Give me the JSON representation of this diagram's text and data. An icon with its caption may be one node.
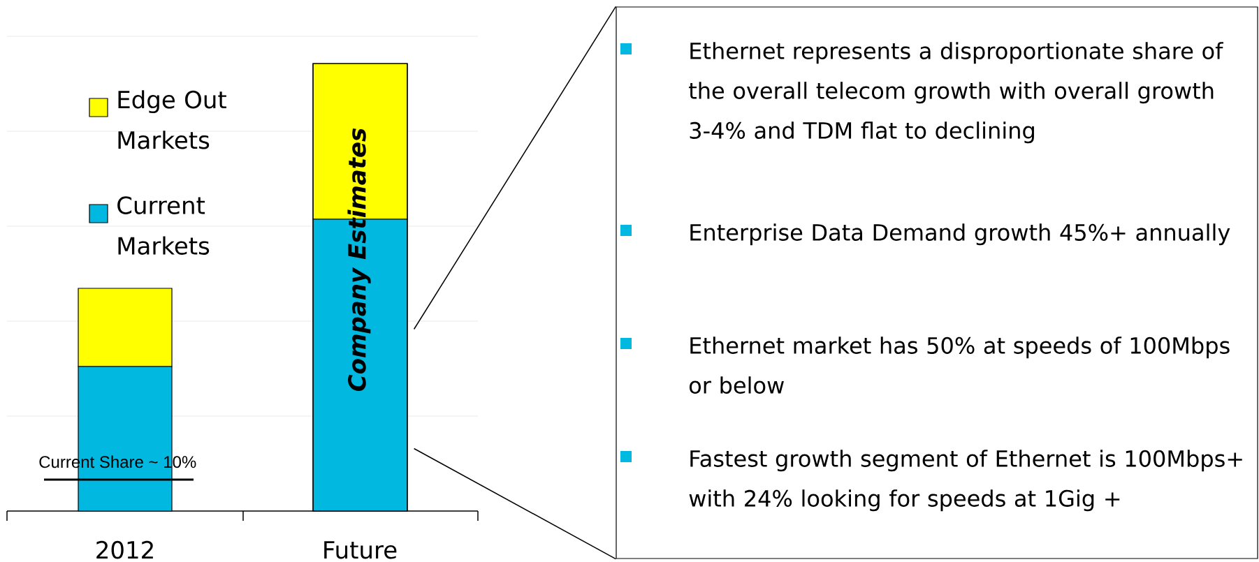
{
  "diagram": {
    "nodes": [
      {
        "text": [
          "Company Estimates"
        ]
      },
      {
        "text": [
          "Ethernet represents a disproportionate share of the overall telecom growth with overall growth 3-4% and TDM flat to declining",
          "Enterprise Data Demand growth 45%+ annually",
          "Ethernet market has 50% at speeds of 100Mbps or below",
          "Fastest growth segment of Ethernet is 100Mbps+ with 24% looking for speeds at 1Gig +"
        ]
      }
    ],
    "edges": [
      {
        "from": 0,
        "to": 1,
        "arrow": "none"
      },
      {
        "from": 0,
        "to": 1,
        "arrow": "none"
      }
    ],
    "labels": [
      "Current Share ~ 10%",
      "2012",
      "Future"
    ],
    "legend": [
      {
        "text": "Edge Out Markets",
        "color": "#ffff00"
      },
      {
        "text": "Current Markets",
        "color": "#00b8e0"
      }
    ]
  }
}
